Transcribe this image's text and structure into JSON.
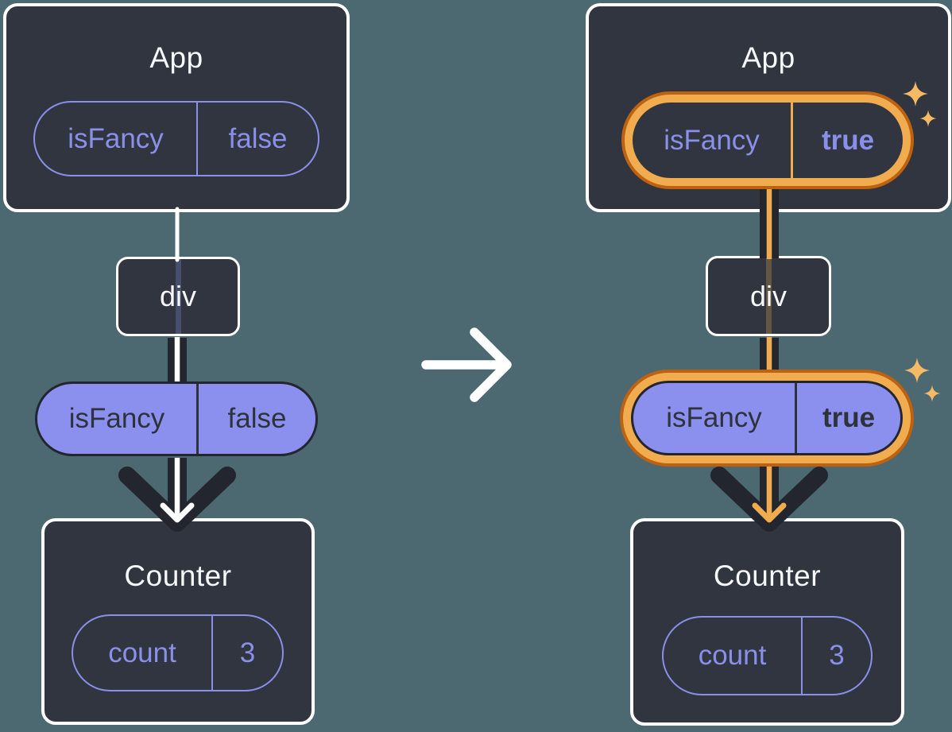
{
  "colors": {
    "bg": "#4C6870",
    "panel": "#30353F",
    "dark": "#23262E",
    "purple": "#8A8FE9",
    "purple-fill": "#8B90EE",
    "dark-text": "#2D323B",
    "orange": "#F2AC50",
    "orange-dark": "#BD6210",
    "sparkle": "#F6BA64",
    "white": "#FFFFFF"
  },
  "icons": {
    "transition": "right-arrow-icon",
    "highlight": "sparkles-icon"
  },
  "before": {
    "app": {
      "title": "App",
      "state_pill": {
        "label": "isFancy",
        "value": "false"
      }
    },
    "div": {
      "label": "div"
    },
    "prop_pill": {
      "label": "isFancy",
      "value": "false"
    },
    "counter": {
      "title": "Counter",
      "state_pill": {
        "label": "count",
        "value": "3"
      }
    }
  },
  "after": {
    "app": {
      "title": "App",
      "state_pill": {
        "label": "isFancy",
        "value": "true"
      }
    },
    "div": {
      "label": "div"
    },
    "prop_pill": {
      "label": "isFancy",
      "value": "true"
    },
    "counter": {
      "title": "Counter",
      "state_pill": {
        "label": "count",
        "value": "3"
      }
    }
  }
}
